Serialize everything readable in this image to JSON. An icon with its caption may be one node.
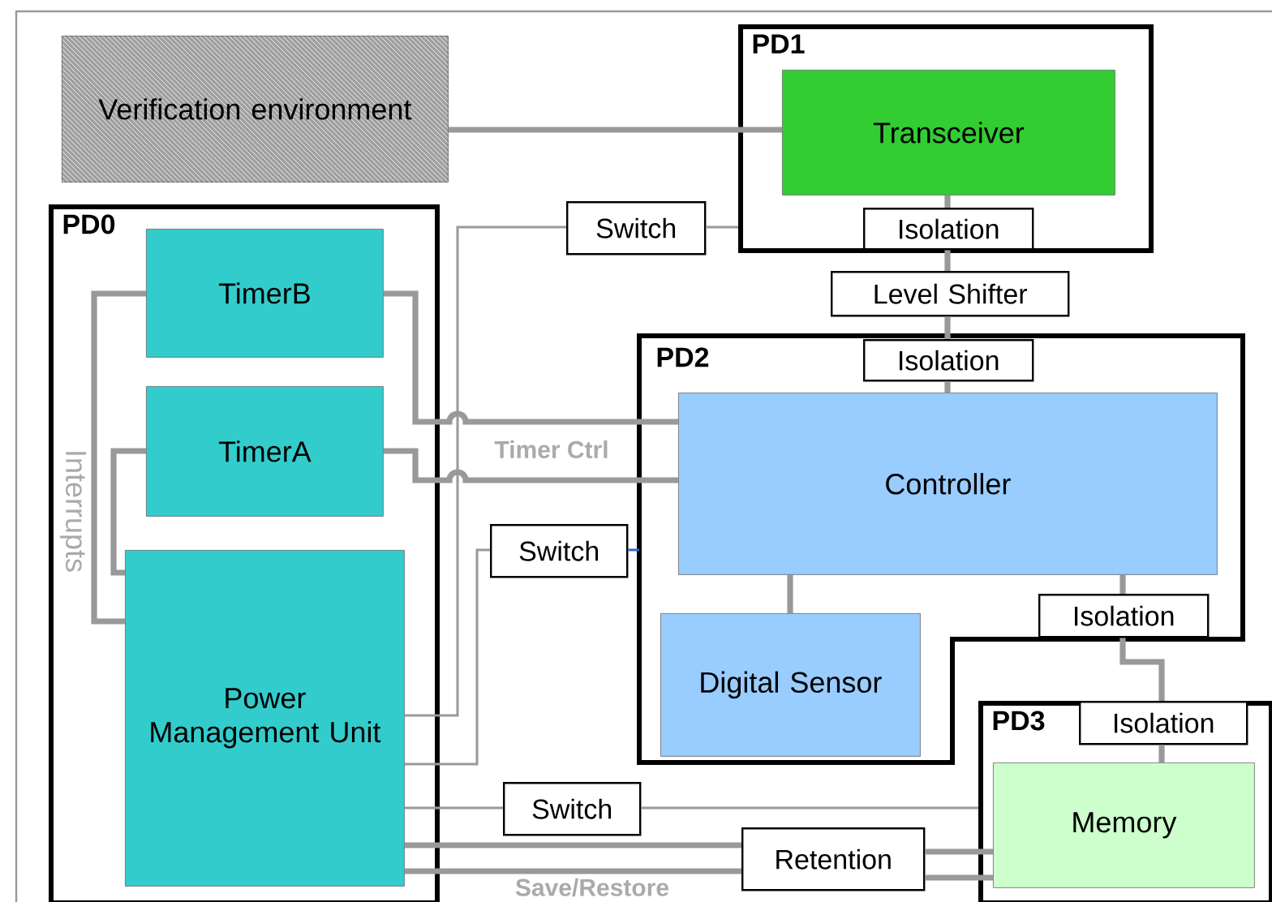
{
  "diagram": {
    "nodes": [
      {
        "text": [
          "Verification environment"
        ]
      },
      {
        "text": [
          "PD0"
        ]
      },
      {
        "text": [
          "TimerB"
        ],
        "in": 1
      },
      {
        "text": [
          "TimerA"
        ],
        "in": 1
      },
      {
        "text": [
          "Power Management Unit"
        ],
        "in": 1
      },
      {
        "text": [
          "PD1"
        ]
      },
      {
        "text": [
          "Transceiver"
        ],
        "in": 5
      },
      {
        "text": [
          "Isolation"
        ],
        "in": 5
      },
      {
        "text": [
          "Switch"
        ]
      },
      {
        "text": [
          "Level Shifter"
        ]
      },
      {
        "text": [
          "PD2"
        ]
      },
      {
        "text": [
          "Isolation"
        ],
        "in": 10
      },
      {
        "text": [
          "Controller"
        ],
        "in": 10
      },
      {
        "text": [
          "Switch"
        ]
      },
      {
        "text": [
          "Isolation"
        ],
        "in": 10
      },
      {
        "text": [
          "Digital Sensor"
        ],
        "in": 10
      },
      {
        "text": [
          "PD3"
        ]
      },
      {
        "text": [
          "Isolation"
        ],
        "in": 16
      },
      {
        "text": [
          "Memory"
        ],
        "in": 16
      },
      {
        "text": [
          "Switch"
        ]
      },
      {
        "text": [
          "Retention"
        ]
      }
    ],
    "edges": [
      {
        "from": 0,
        "to": 6,
        "arrow": "none"
      },
      {
        "from": 6,
        "to": 7,
        "arrow": "none"
      },
      {
        "from": 7,
        "to": 9,
        "arrow": "none"
      },
      {
        "from": 9,
        "to": 11,
        "arrow": "none"
      },
      {
        "from": 11,
        "to": 12,
        "arrow": "none"
      },
      {
        "from": 12,
        "to": 15,
        "arrow": "none"
      },
      {
        "from": 12,
        "to": 14,
        "arrow": "none"
      },
      {
        "from": 14,
        "to": 17,
        "arrow": "none"
      },
      {
        "from": 17,
        "to": 18,
        "arrow": "none"
      },
      {
        "from": 2,
        "to": 4,
        "arrow": "none"
      },
      {
        "from": 3,
        "to": 4,
        "arrow": "none"
      },
      {
        "from": 2,
        "to": 12,
        "arrow": "none"
      },
      {
        "from": 3,
        "to": 12,
        "arrow": "none"
      },
      {
        "from": 4,
        "to": 8,
        "arrow": "none"
      },
      {
        "from": 8,
        "to": 5,
        "arrow": "none"
      },
      {
        "from": 4,
        "to": 13,
        "arrow": "none"
      },
      {
        "from": 13,
        "to": 10,
        "arrow": "none",
        "color": "#3366cc"
      },
      {
        "from": 4,
        "to": 19,
        "arrow": "none"
      },
      {
        "from": 19,
        "to": 16,
        "arrow": "none"
      },
      {
        "from": 4,
        "to": 20,
        "arrow": "none"
      },
      {
        "from": 4,
        "to": 20,
        "arrow": "none"
      },
      {
        "from": 20,
        "to": 18,
        "arrow": "none"
      },
      {
        "from": 20,
        "to": 18,
        "arrow": "none"
      }
    ],
    "labels": [
      "Interrupts",
      "Timer Ctrl",
      "Save/Restore"
    ]
  }
}
